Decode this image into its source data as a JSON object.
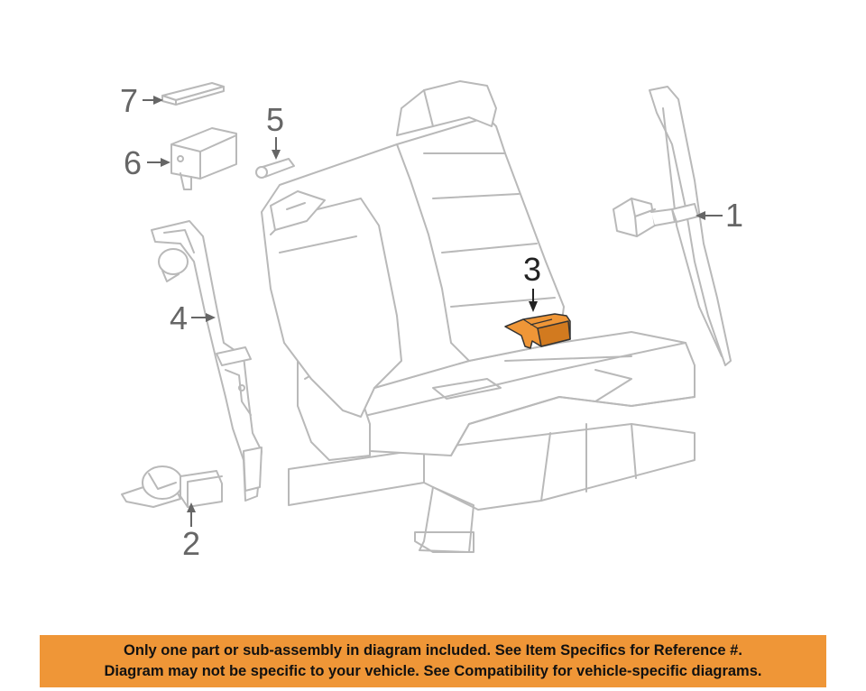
{
  "diagram": {
    "callouts": [
      {
        "id": "1",
        "label": "1",
        "part": "seat-belt-retractor",
        "highlighted": false
      },
      {
        "id": "2",
        "label": "2",
        "part": "buckle-anchor",
        "highlighted": false
      },
      {
        "id": "3",
        "label": "3",
        "part": "center-buckle-assembly",
        "highlighted": true
      },
      {
        "id": "4",
        "label": "4",
        "part": "outer-belt-assembly",
        "highlighted": false
      },
      {
        "id": "5",
        "label": "5",
        "part": "bolt",
        "highlighted": false
      },
      {
        "id": "6",
        "label": "6",
        "part": "guide-bracket",
        "highlighted": false
      },
      {
        "id": "7",
        "label": "7",
        "part": "cover-trim",
        "highlighted": false
      }
    ],
    "highlight_color": "#ef9637",
    "line_color": "#b9b9b9"
  },
  "notice": {
    "line1": "Only one part or sub-assembly in diagram included. See Item Specifics for Reference #.",
    "line2": "Diagram may not be specific to your vehicle. See Compatibility for vehicle-specific diagrams.",
    "background": "#ef9637"
  }
}
